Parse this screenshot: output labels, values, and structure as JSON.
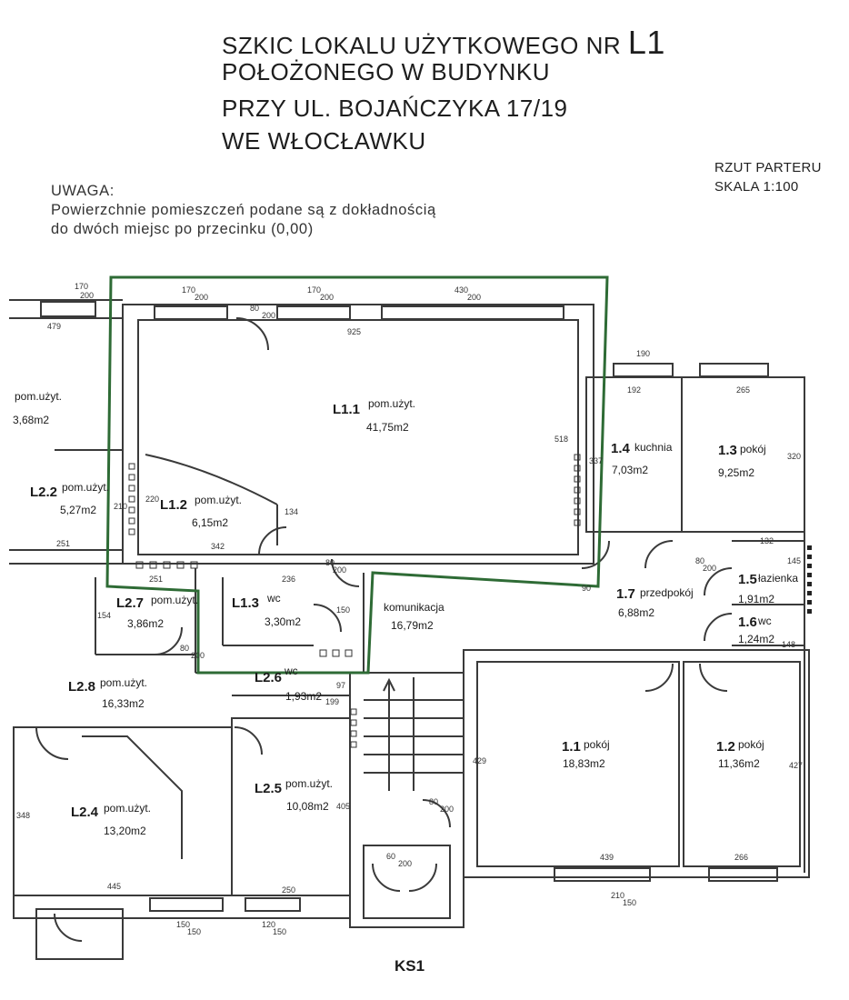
{
  "header": {
    "line1": "SZKIC LOKALU UŻYTKOWEGO NR",
    "unit": "L1",
    "line2": "POŁOŻONEGO W BUDYNKU",
    "line3": "PRZY UL. BOJAŃCZYKA 17/19",
    "line4": "WE WŁOCŁAWKU"
  },
  "note": {
    "heading": "UWAGA:",
    "line1": "Powierzchnie pomieszczeń podane są z dokładnością",
    "line2": "do dwóch miejsc po przecinku (0,00)"
  },
  "scale": {
    "line1": "RZUT PARTERU",
    "line2": "SKALA 1:100"
  },
  "rooms": [
    {
      "id": "L1.1",
      "name": "pom.użyt.",
      "area": "41,75m2"
    },
    {
      "id": "L1.2",
      "name": "pom.użyt.",
      "area": "6,15m2"
    },
    {
      "id": "L1.3",
      "name": "wc",
      "area": "3,30m2"
    },
    {
      "id": "",
      "name": "komunikacja",
      "area": "16,79m2"
    },
    {
      "id": "1.4",
      "name": "kuchnia",
      "area": "7,03m2"
    },
    {
      "id": "1.3",
      "name": "pokój",
      "area": "9,25m2"
    },
    {
      "id": "1.7",
      "name": "przedpokój",
      "area": "6,88m2"
    },
    {
      "id": "1.5",
      "name": "łazienka",
      "area": "1,91m2"
    },
    {
      "id": "1.6",
      "name": "wc",
      "area": "1,24m2"
    },
    {
      "id": "1.1",
      "name": "pokój",
      "area": "18,83m2"
    },
    {
      "id": "1.2",
      "name": "pokój",
      "area": "11,36m2"
    },
    {
      "id": "L2.2",
      "name": "pom.użyt.",
      "area": "5,27m2"
    },
    {
      "id": "L2.7",
      "name": "pom.użyt.",
      "area": "3,86m2"
    },
    {
      "id": "L2.8",
      "name": "pom.użyt.",
      "area": "16,33m2"
    },
    {
      "id": "L2.6",
      "name": "wc",
      "area": "1,93m2"
    },
    {
      "id": "L2.4",
      "name": "pom.użyt.",
      "area": "13,20m2"
    },
    {
      "id": "L2.5",
      "name": "pom.użyt.",
      "area": "10,08m2"
    },
    {
      "id": "",
      "name": "pom.użyt.",
      "area": "3,68m2"
    }
  ],
  "dimensions": [
    "170",
    "200",
    "170",
    "200",
    "170",
    "200",
    "430",
    "200",
    "80",
    "200",
    "479",
    "925",
    "518",
    "337",
    "134",
    "342",
    "251",
    "251",
    "236",
    "80",
    "200",
    "150",
    "154",
    "80",
    "200",
    "97",
    "199",
    "190",
    "192",
    "265",
    "320",
    "132",
    "145",
    "90",
    "80",
    "200",
    "148",
    "429",
    "439",
    "427",
    "266",
    "210",
    "150",
    "445",
    "250",
    "150",
    "150",
    "120",
    "150",
    "348",
    "60",
    "200",
    "80",
    "200",
    "405",
    "210",
    "220"
  ],
  "stair_label": "KS1",
  "colors": {
    "outline": "#2e6b35",
    "walls": "#3a3a3a"
  }
}
